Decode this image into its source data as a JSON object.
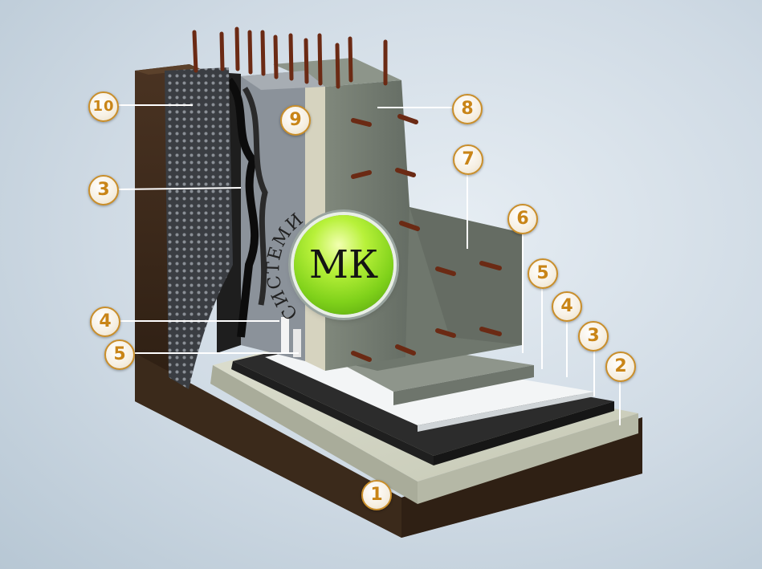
{
  "logo": {
    "letters": "МК",
    "arc_text": "СИСТЕМИ",
    "ball_color": "#8edc1e"
  },
  "callouts": [
    {
      "id": "1",
      "label": "1"
    },
    {
      "id": "2",
      "label": "2"
    },
    {
      "id": "3-right",
      "label": "3"
    },
    {
      "id": "4-right",
      "label": "4"
    },
    {
      "id": "5-right",
      "label": "5"
    },
    {
      "id": "6",
      "label": "6"
    },
    {
      "id": "7",
      "label": "7"
    },
    {
      "id": "8",
      "label": "8"
    },
    {
      "id": "9",
      "label": "9"
    },
    {
      "id": "10",
      "label": "10"
    },
    {
      "id": "3-left",
      "label": "3"
    },
    {
      "id": "4-left",
      "label": "4"
    },
    {
      "id": "5-left",
      "label": "5"
    }
  ],
  "colors": {
    "leader_line": "#ffffff",
    "callout_border": "#c98e2a",
    "callout_text": "#c98518",
    "soil": "#4a3422",
    "concrete": "#7d857a",
    "concrete_prep": "#d7d9c9",
    "membrane": "#2b2b2b",
    "insulation_xps": "#e7ebee",
    "rebar": "#6b2a14"
  }
}
